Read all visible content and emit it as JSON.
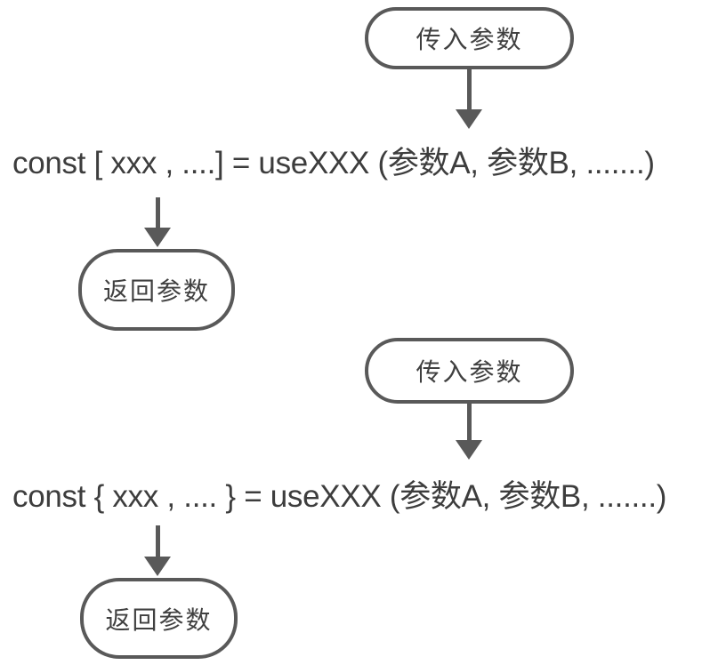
{
  "diagram": {
    "colors": {
      "background": "#ffffff",
      "stroke": "#595959",
      "text": "#3d3d3d",
      "node_label_text": "#404040"
    },
    "sections": [
      {
        "input_node": {
          "label": "传入参数"
        },
        "code_line": "const [ xxx , ....] = useXXX (参数A, 参数B, .......)",
        "return_node": {
          "label": "返回参数"
        }
      },
      {
        "input_node": {
          "label": "传入参数"
        },
        "code_line": "const { xxx , .... } = useXXX (参数A, 参数B, .......)",
        "return_node": {
          "label": "返回参数"
        }
      }
    ]
  }
}
